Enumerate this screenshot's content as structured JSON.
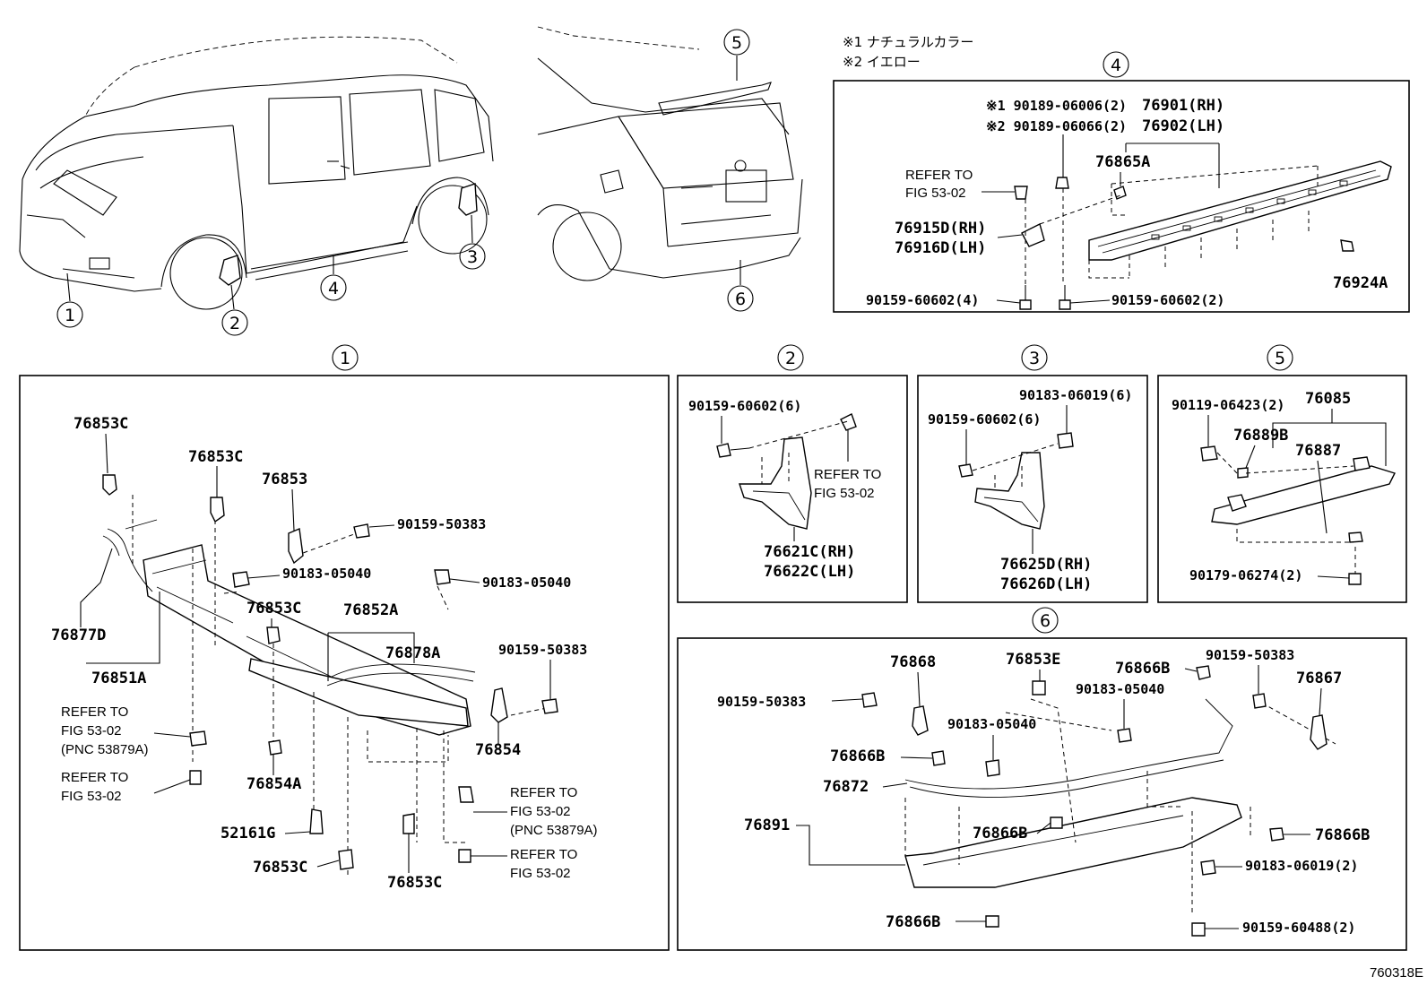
{
  "notes": [
    {
      "text": "※1 ナチュラルカラー"
    },
    {
      "text": "※2 イエロー"
    }
  ],
  "figure_id": "760318E",
  "callouts": [
    "1",
    "2",
    "3",
    "4",
    "5",
    "6"
  ],
  "panel4": {
    "num": "4",
    "labels": [
      "※1 90189-06006(2)",
      "※2 90189-06066(2)",
      "76901(RH)",
      "76902(LH)",
      "REFER TO",
      "FIG 53-02",
      "76865A",
      "76915D(RH)",
      "76916D(LH)",
      "90159-60602(4)",
      "90159-60602(2)",
      "76924A"
    ]
  },
  "panel1": {
    "num": "1",
    "labels": [
      "76853C",
      "76853C",
      "76853",
      "90159-50383",
      "90183-05040",
      "90183-05040",
      "76853C",
      "76852A",
      "76878A",
      "76877D",
      "76851A",
      "90159-50383",
      "REFER TO",
      "FIG 53-02",
      "(PNC 53879A)",
      "76854",
      "REFER TO",
      "FIG 53-02",
      "76854A",
      "REFER TO",
      "FIG 53-02",
      "(PNC 53879A)",
      "52161G",
      "76853C",
      "76853C",
      "REFER TO",
      "FIG 53-02"
    ]
  },
  "panel2": {
    "num": "2",
    "labels": [
      "90159-60602(6)",
      "REFER TO",
      "FIG 53-02",
      "76621C(RH)",
      "76622C(LH)"
    ]
  },
  "panel3": {
    "num": "3",
    "labels": [
      "90183-06019(6)",
      "90159-60602(6)",
      "76625D(RH)",
      "76626D(LH)"
    ]
  },
  "panel5": {
    "num": "5",
    "labels": [
      "90119-06423(2)",
      "76085",
      "76889B",
      "76887",
      "90179-06274(2)"
    ]
  },
  "panel6": {
    "num": "6",
    "labels": [
      "76868",
      "76853E",
      "76866B",
      "90159-50383",
      "90159-50383",
      "76867",
      "90183-05040",
      "90183-05040",
      "76866B",
      "76872",
      "76891",
      "76866B",
      "76866B",
      "90183-06019(2)",
      "76866B",
      "90159-60488(2)"
    ]
  }
}
